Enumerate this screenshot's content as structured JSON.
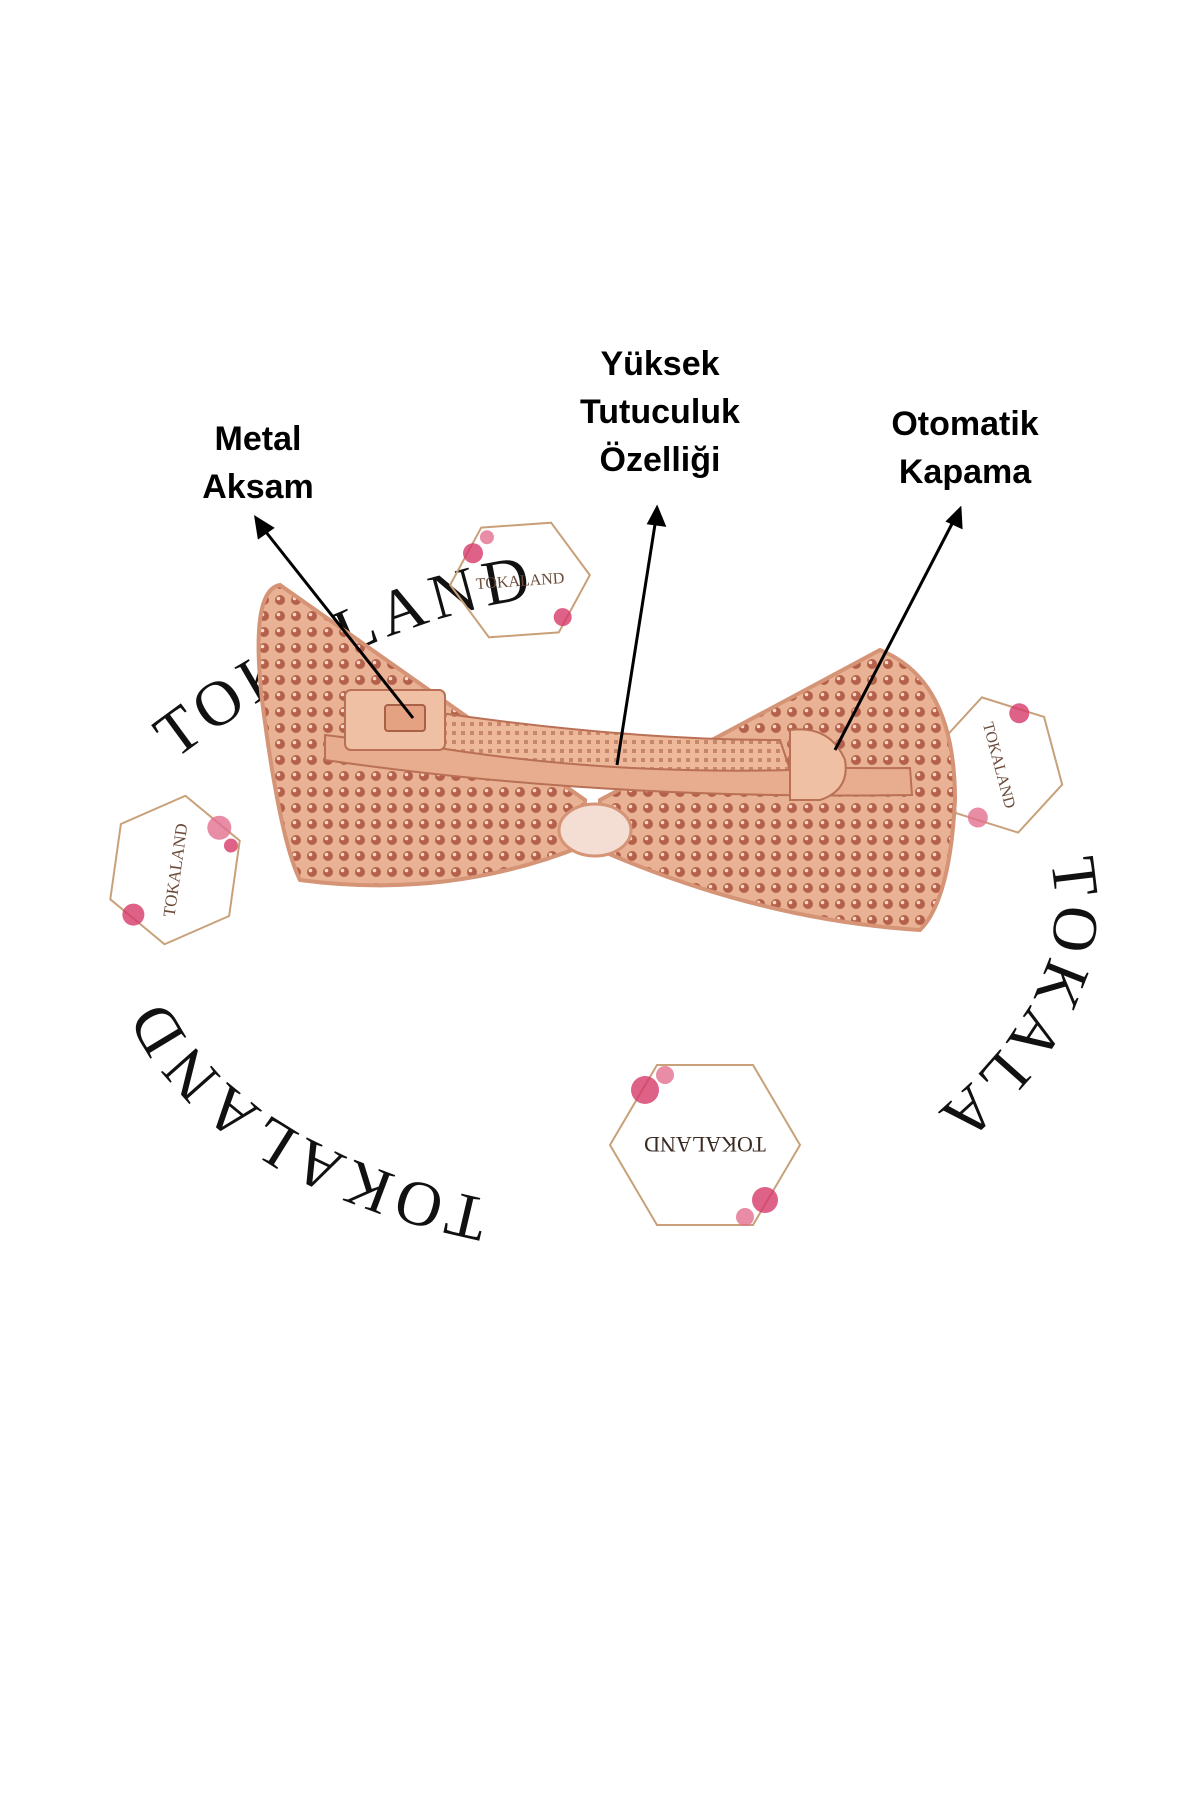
{
  "callouts": {
    "metal": {
      "line1": "Metal",
      "line2": "Aksam"
    },
    "grip": {
      "line1": "Yüksek",
      "line2": "Tutuculuk",
      "line3": "Özelliği"
    },
    "auto": {
      "line1": "Otomatik",
      "line2": "Kapama"
    }
  },
  "watermark": {
    "brand": "TOKALAND",
    "text_color": "#111111",
    "badge_color": "#c8a079",
    "flower_color": "#d63a6a"
  },
  "product": {
    "metal_color": "#e8ad8e",
    "highlight_color": "#f6d2bd",
    "shade_color": "#b97055",
    "crystal_color": "#c8664a"
  }
}
